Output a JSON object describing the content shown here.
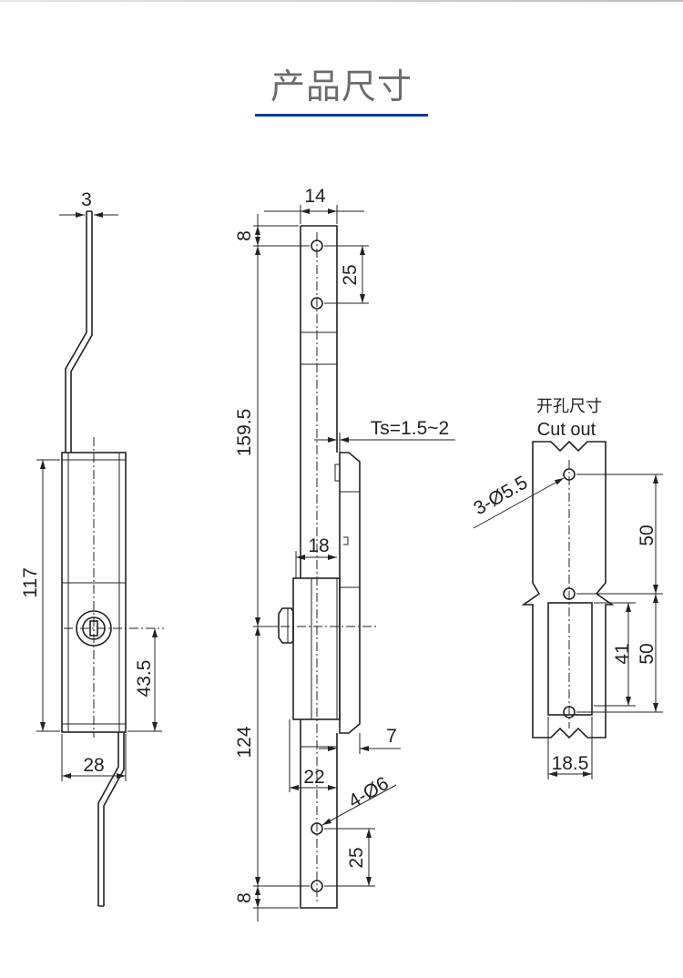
{
  "header": {
    "title": "产品尺寸",
    "accent_color": "#0a3d8f"
  },
  "side_view": {
    "dims": {
      "rod_thickness": "3",
      "body_height": "117",
      "key_offset": "43.5",
      "body_width": "28"
    }
  },
  "front_view": {
    "dims": {
      "width": "14",
      "top_hole_offset": "8",
      "upper_length": "159.5",
      "hole_spacing_top": "25",
      "panel_thickness": "Ts=1.5~2",
      "depth": "18",
      "lower_length": "124",
      "cover_depth": "7",
      "housing_width": "22",
      "holes": "4-Ø6",
      "hole_spacing_bottom": "25",
      "bottom_hole_offset": "8"
    }
  },
  "cutout": {
    "label_cn": "开孔尺寸",
    "label_en": "Cut out",
    "dims": {
      "holes": "3-Ø5.5",
      "spacing_1": "50",
      "spacing_2": "50",
      "inner_height": "41",
      "width": "18.5"
    }
  }
}
